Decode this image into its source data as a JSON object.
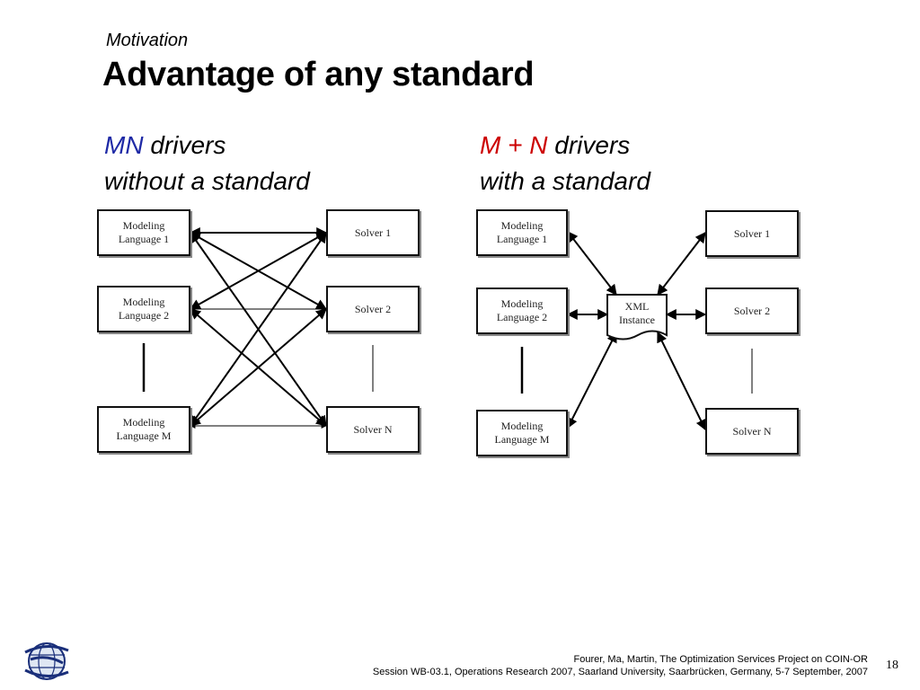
{
  "slide": {
    "section": "Motivation",
    "title": "Advantage of any standard"
  },
  "left": {
    "heading_accent": "MN",
    "heading_rest": " drivers",
    "heading_line2": "without a standard",
    "languages": [
      {
        "line1": "Modeling",
        "line2": "Language 1"
      },
      {
        "line1": "Modeling",
        "line2": "Language 2"
      },
      {
        "line1": "Modeling",
        "line2": "Language M"
      }
    ],
    "solvers": [
      "Solver 1",
      "Solver 2",
      "Solver N"
    ]
  },
  "right": {
    "heading_accent": "M + N",
    "heading_rest": " drivers",
    "heading_line2": "with a standard",
    "languages": [
      {
        "line1": "Modeling",
        "line2": "Language 1"
      },
      {
        "line1": "Modeling",
        "line2": "Language 2"
      },
      {
        "line1": "Modeling",
        "line2": "Language M"
      }
    ],
    "solvers": [
      "Solver 1",
      "Solver 2",
      "Solver N"
    ],
    "hub": {
      "line1": "XML",
      "line2": "Instance"
    }
  },
  "footer": {
    "line1": "Fourer, Ma, Martin, The Optimization Services Project on COIN-OR",
    "line2": "Session WB-03.1, Operations Research 2007, Saarland University, Saarbrücken, Germany, 5-7 September, 2007",
    "page_number": "18"
  },
  "icons": {
    "logo": "globe-swirl-icon"
  },
  "colors": {
    "accent_blue": "#1f2aa6",
    "accent_red": "#cc0000"
  }
}
